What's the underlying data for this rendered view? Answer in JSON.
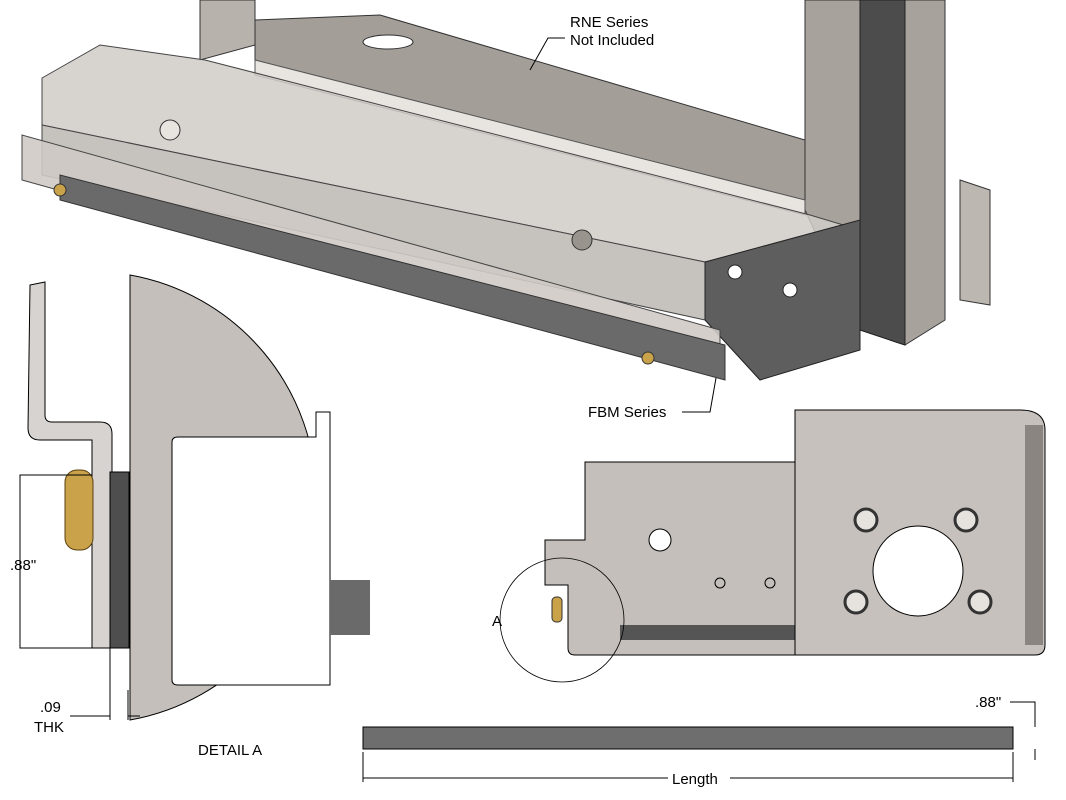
{
  "callouts": {
    "rne_line1": "RNE Series",
    "rne_line2": "Not Included",
    "fbm": "FBM Series"
  },
  "detail": {
    "height_dim": ".88\"",
    "thk_value": ".09",
    "thk_label": "THK",
    "title": "DETAIL A",
    "marker": "A"
  },
  "strip": {
    "height_dim": ".88\"",
    "length_label": "Length"
  },
  "colors": {
    "metal": "#c4bfba",
    "dark_metal": "#5a5a5a",
    "strip": "#6e6e6e",
    "brass": "#c9a24a"
  }
}
